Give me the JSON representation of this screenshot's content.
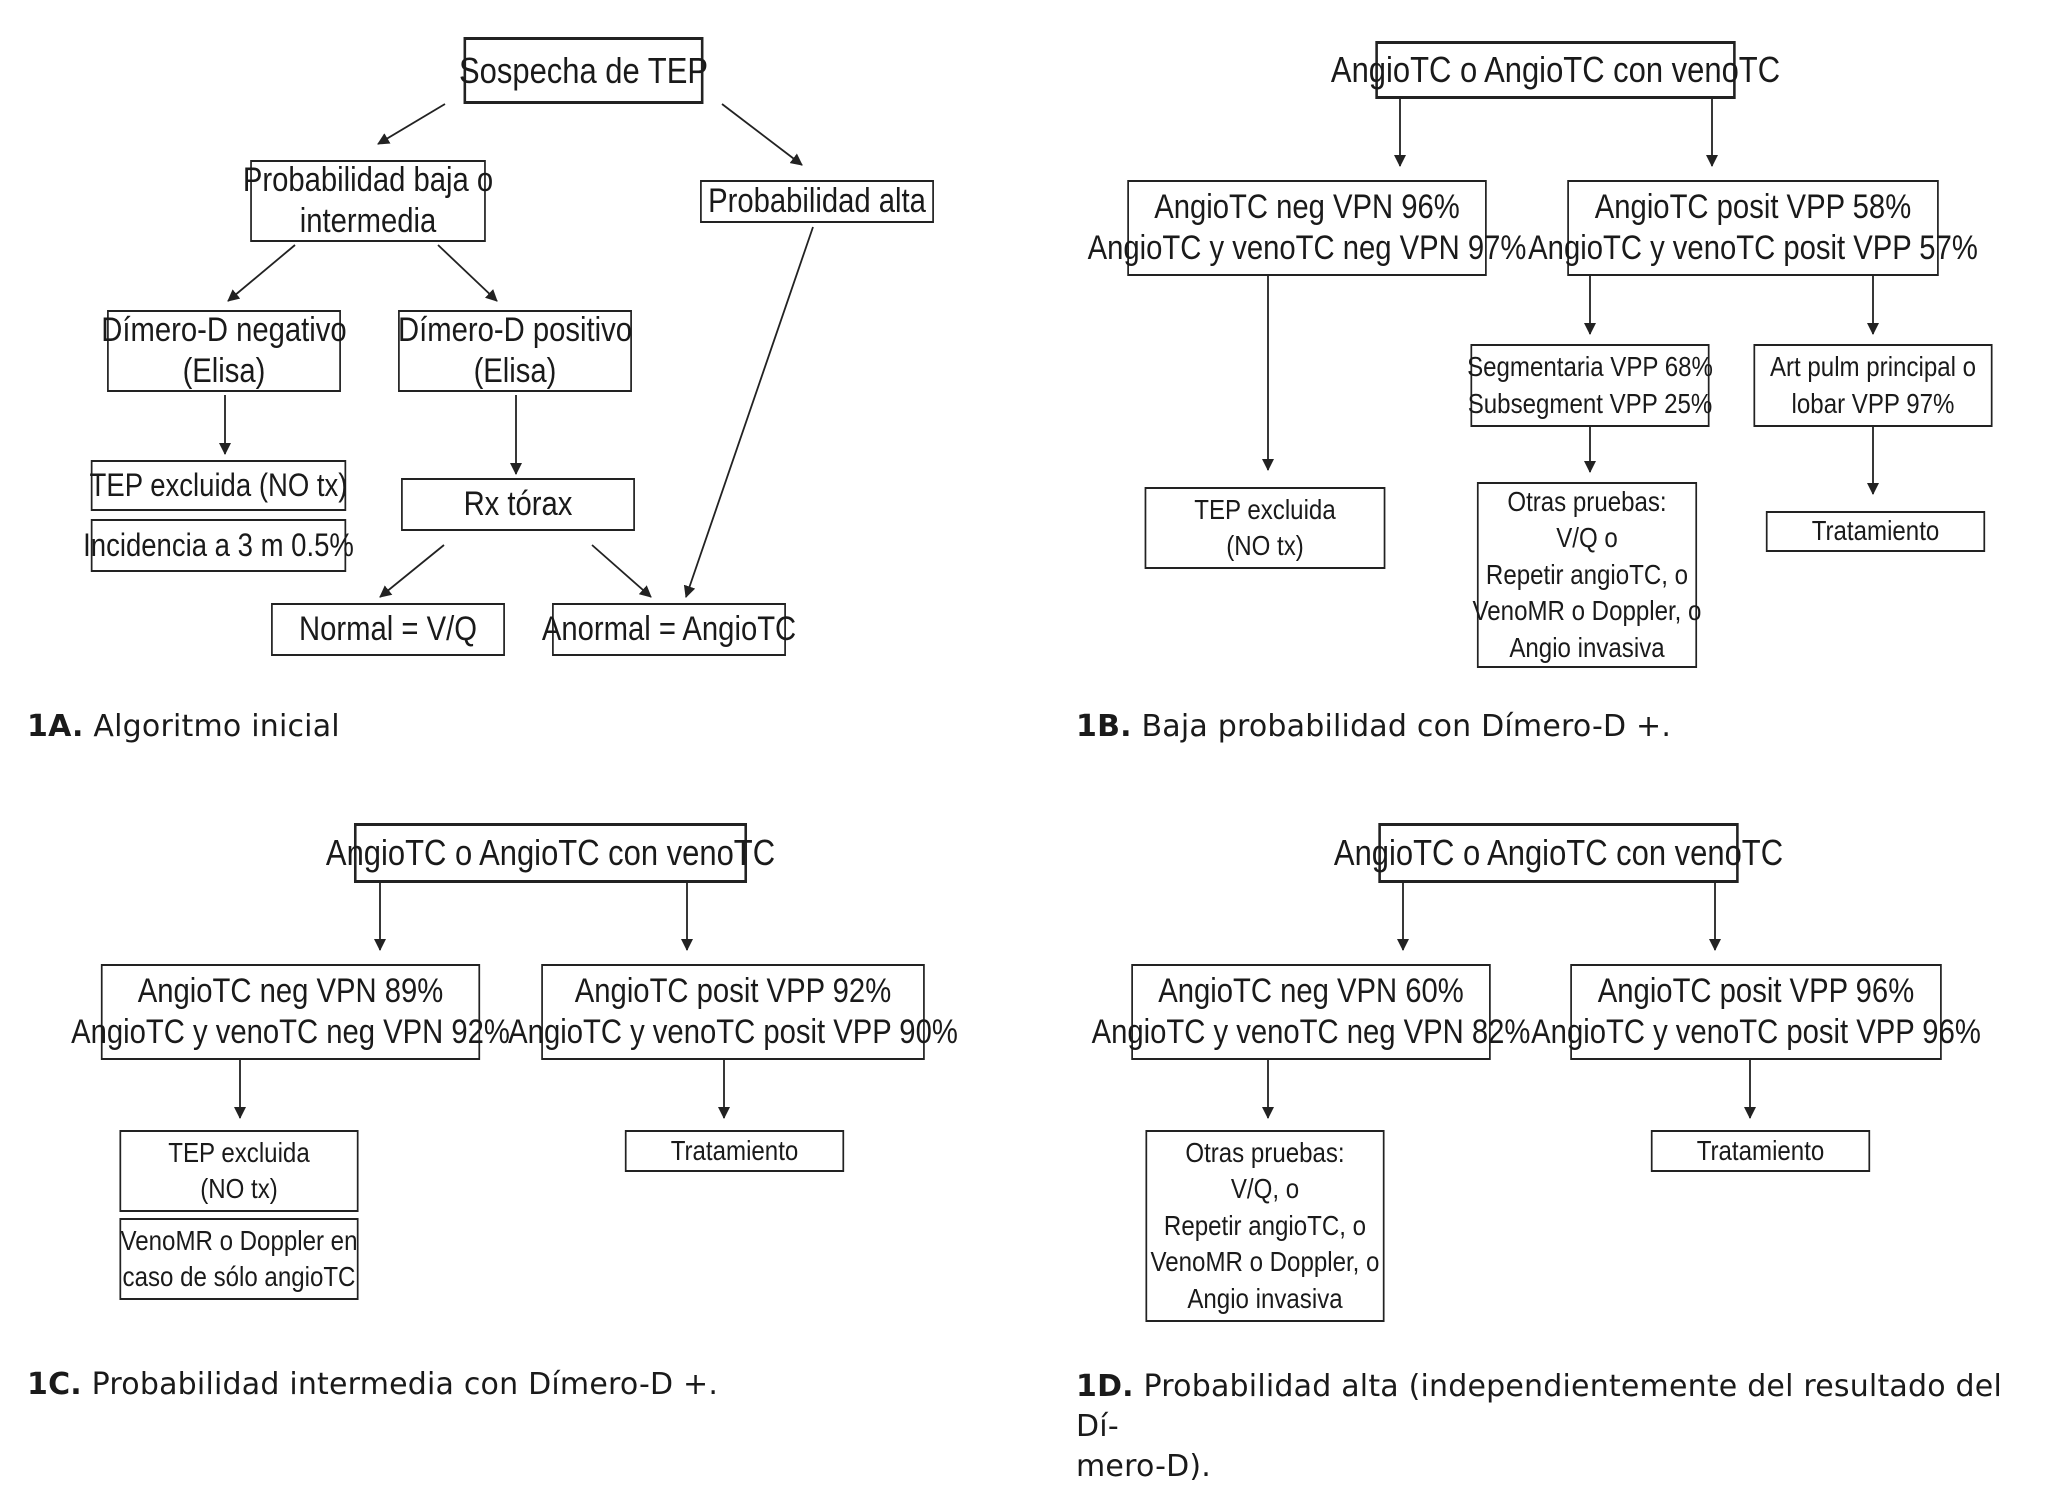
{
  "panel_a": {
    "root": "Sospecha de TEP",
    "prob_low": [
      "Probabilidad baja o",
      "intermedia"
    ],
    "prob_high": "Probabilidad alta",
    "ddimer_neg": [
      "Dímero-D negativo",
      "(Elisa)"
    ],
    "ddimer_pos": [
      "Dímero-D positivo",
      "(Elisa)"
    ],
    "tep_excluded": "TEP excluida (NO tx)",
    "incidence": "Incidencia a 3 m 0.5%",
    "rx": "Rx tórax",
    "normal": "Normal = V/Q",
    "abnormal": "Anormal = AngioTC",
    "caption_id": "1A.",
    "caption_text": "Algoritmo inicial"
  },
  "panel_b": {
    "root": "AngioTC o AngioTC con venoTC",
    "neg": [
      "AngioTC neg VPN 96%",
      "AngioTC y venoTC neg VPN 97%"
    ],
    "pos": [
      "AngioTC posit VPP 58%",
      "AngioTC y venoTC posit VPP 57%"
    ],
    "segment": [
      "Segmentaria VPP 68%",
      "Subsegment VPP 25%"
    ],
    "artery": [
      "Art pulm principal o",
      "lobar VPP 97%"
    ],
    "excluded": [
      "TEP excluida",
      "(NO tx)"
    ],
    "other_tests": [
      "Otras pruebas:",
      "V/Q o",
      "Repetir angioTC, o",
      "VenoMR o Doppler, o",
      "Angio invasiva"
    ],
    "treatment": "Tratamiento",
    "caption_id": "1B.",
    "caption_text": "Baja probabilidad con Dímero-D +."
  },
  "panel_c": {
    "root": "AngioTC o AngioTC con venoTC",
    "neg": [
      "AngioTC neg VPN 89%",
      "AngioTC y venoTC neg VPN 92%"
    ],
    "pos": [
      "AngioTC posit VPP 92%",
      "AngioTC y venoTC posit VPP 90%"
    ],
    "excluded": [
      "TEP excluida",
      "(NO tx)"
    ],
    "venomr": [
      "VenoMR o Doppler en",
      "caso de sólo angioTC"
    ],
    "treatment": "Tratamiento",
    "caption_id": "1C.",
    "caption_text": "Probabilidad intermedia con Dímero-D +."
  },
  "panel_d": {
    "root": "AngioTC o AngioTC con venoTC",
    "neg": [
      "AngioTC neg VPN 60%",
      "AngioTC y venoTC neg VPN 82%"
    ],
    "pos": [
      "AngioTC posit VPP 96%",
      "AngioTC y venoTC posit VPP 96%"
    ],
    "other_tests": [
      "Otras pruebas:",
      "V/Q, o",
      "Repetir angioTC, o",
      "VenoMR o Doppler, o",
      "Angio invasiva"
    ],
    "treatment": "Tratamiento",
    "caption_id": "1D.",
    "caption_text": "Probabilidad alta (independientemente del resultado del Dí-",
    "caption_text_2": "mero-D)."
  }
}
